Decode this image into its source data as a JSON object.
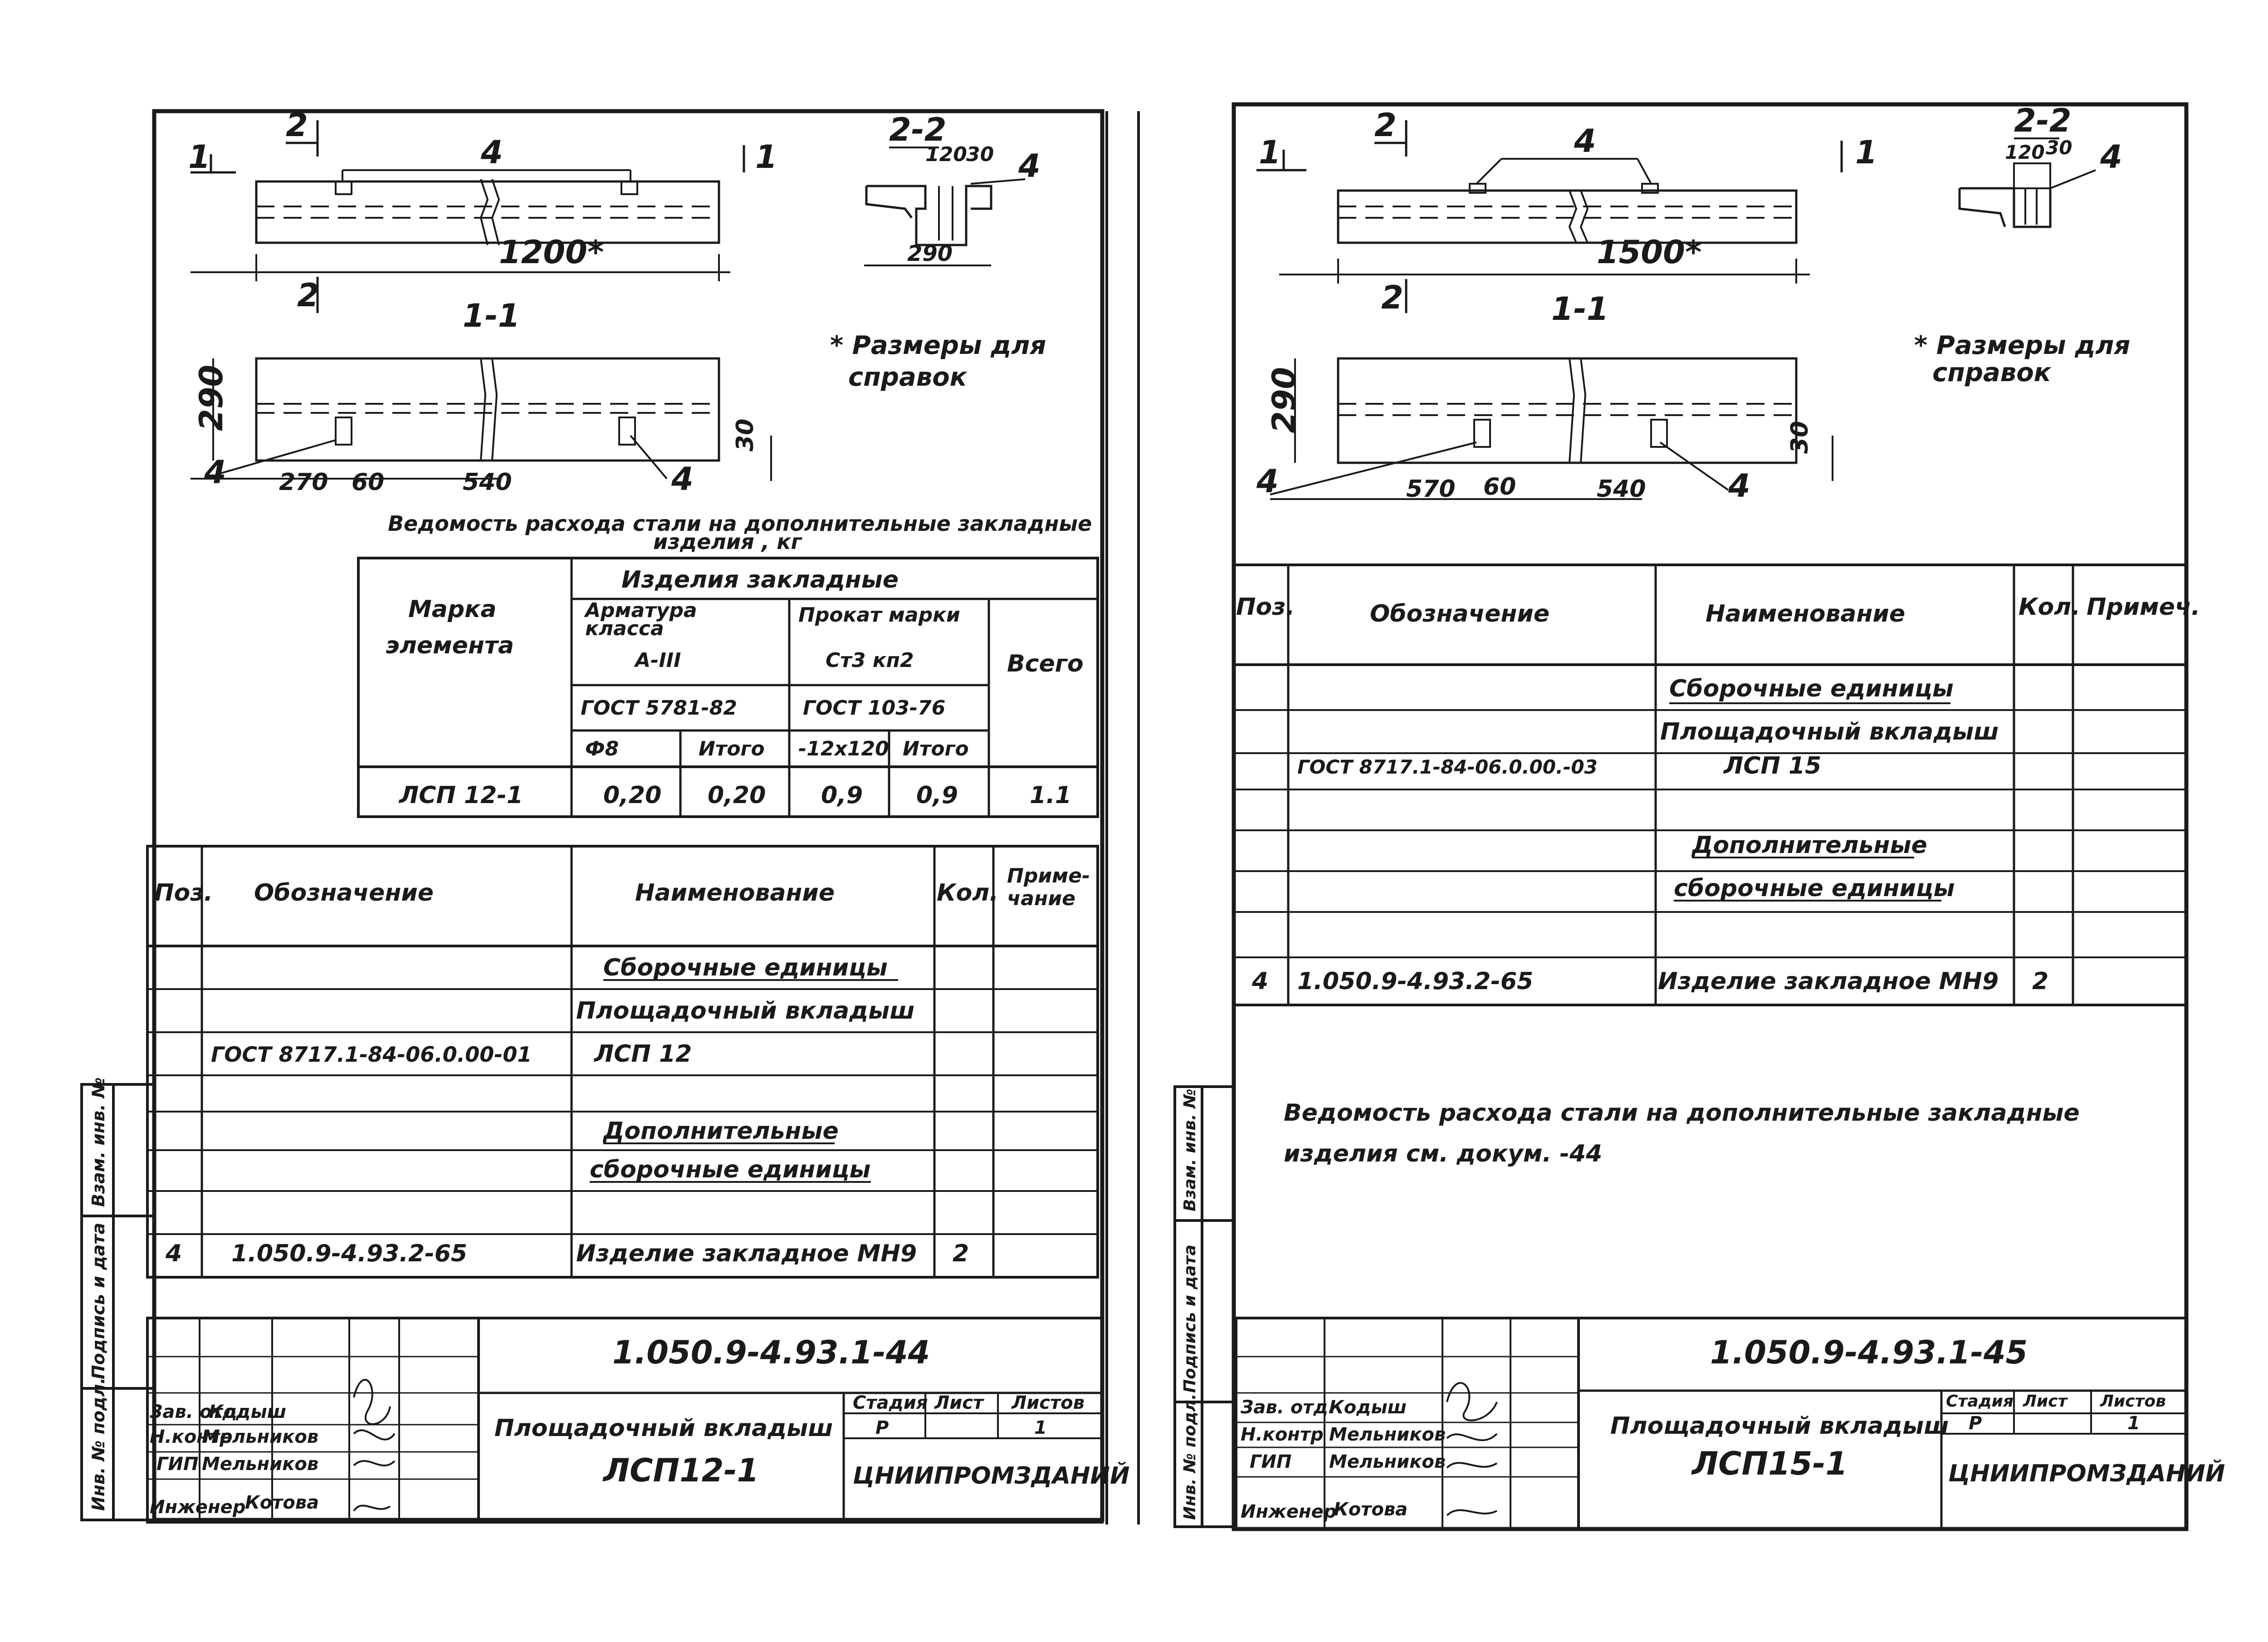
{
  "left_sheet": {
    "section_labels": {
      "cut_1_left": "1",
      "cut_1_right": "1",
      "cut_2_top": "2",
      "cut_2_bottom": "2",
      "section_1_1": "1-1",
      "section_2_2": "2-2"
    },
    "plan": {
      "length_dim": "1200*",
      "part_ref": "4"
    },
    "section_2_2": {
      "dim_a": "120",
      "dim_b": "30",
      "width": "290",
      "part_ref": "4"
    },
    "section_1_1": {
      "height": "290",
      "dims": [
        "270",
        "60",
        "540"
      ],
      "plate_dim": "30",
      "part_ref": "4"
    },
    "note": [
      "* Размеры для",
      "справок"
    ],
    "steel_table": {
      "title": [
        "Ведомость расхода стали на дополнительные закладные",
        "изделия , кг"
      ],
      "mark_header": [
        "Марка",
        "элемента"
      ],
      "group_header": "Изделия закладные",
      "rebar_header": [
        "Арматура",
        "класса",
        "А-III",
        "ГОСТ 5781-82"
      ],
      "rolled_header": [
        "Прокат марки",
        "Ст3 кп2",
        "ГОСТ 103-76"
      ],
      "total_header": "Всего",
      "sub_headers": [
        "Ф8",
        "Итого",
        "-12х120",
        "Итого"
      ],
      "rows": [
        {
          "mark": "ЛСП 12-1",
          "values": [
            "0,20",
            "0,20",
            "0,9",
            "0,9",
            "1.1"
          ]
        }
      ]
    },
    "spec_table": {
      "headers": {
        "pos": "Поз.",
        "designation": "Обозначение",
        "name": "Наименование",
        "qty": "Кол.",
        "note": [
          "Приме-",
          "чание"
        ]
      },
      "rows": [
        {
          "pos": "",
          "designation": "",
          "name": "Сборочные единицы",
          "qty": ""
        },
        {
          "pos": "",
          "designation": "",
          "name": "Площадочный вкладыш",
          "qty": ""
        },
        {
          "pos": "",
          "designation": "ГОСТ 8717.1-84-06.0.00-01",
          "name": "ЛСП 12",
          "qty": ""
        },
        {
          "pos": "",
          "designation": "",
          "name": "",
          "qty": ""
        },
        {
          "pos": "",
          "designation": "",
          "name": "Дополнительные",
          "qty": ""
        },
        {
          "pos": "",
          "designation": "",
          "name": "сборочные единицы",
          "qty": ""
        },
        {
          "pos": "",
          "designation": "",
          "name": "",
          "qty": ""
        },
        {
          "pos": "4",
          "designation": "1.050.9-4.93.2-65",
          "name": "Изделие закладное МН9",
          "qty": "2"
        }
      ]
    },
    "side_stamp": [
      "Инв. № подл.",
      "Подпись и дата",
      "Взам. инв. №"
    ],
    "title_block": {
      "doc_code": "1.050.9-4.93.1-44",
      "title": [
        "Площадочный вкладыш",
        "ЛСП12-1"
      ],
      "stage_header": "Стадия",
      "sheet_header": "Лист",
      "sheets_header": "Листов",
      "stage": "Р",
      "sheets": "1",
      "org": "ЦНИИПРОМЗДАНИЙ",
      "people": [
        {
          "role": "Зав. отд.",
          "name": "Кодыш"
        },
        {
          "role": "Н.контр",
          "name": "Мельников"
        },
        {
          "role": "ГИП",
          "name": "Мельников"
        },
        {
          "role": "Инженер",
          "name": "Котова"
        }
      ]
    }
  },
  "right_sheet": {
    "section_labels": {
      "cut_1_left": "1",
      "cut_1_right": "1",
      "cut_2_top": "2",
      "cut_2_bottom": "2",
      "section_1_1": "1-1",
      "section_2_2": "2-2"
    },
    "plan": {
      "length_dim": "1500*",
      "part_ref": "4"
    },
    "section_2_2": {
      "dim_a": "120",
      "dim_b": "30",
      "part_ref": "4"
    },
    "section_1_1": {
      "height": "290",
      "dims": [
        "570",
        "60",
        "540"
      ],
      "plate_dim": "30",
      "part_ref": "4"
    },
    "note": [
      "* Размеры для",
      "справок"
    ],
    "spec_table": {
      "headers": {
        "pos": "Поз.",
        "designation": "Обозначение",
        "name": "Наименование",
        "qty": "Кол.",
        "note": "Примеч."
      },
      "rows": [
        {
          "pos": "",
          "designation": "",
          "name": "",
          "qty": ""
        },
        {
          "pos": "",
          "designation": "",
          "name": "Сборочные единицы",
          "qty": ""
        },
        {
          "pos": "",
          "designation": "",
          "name": "Площадочный вкладыш",
          "qty": ""
        },
        {
          "pos": "",
          "designation": "ГОСТ 8717.1-84-06.0.00.-03",
          "name": "ЛСП 15",
          "qty": ""
        },
        {
          "pos": "",
          "designation": "",
          "name": "",
          "qty": ""
        },
        {
          "pos": "",
          "designation": "",
          "name": "Дополнительные",
          "qty": ""
        },
        {
          "pos": "",
          "designation": "",
          "name": "сборочные единицы",
          "qty": ""
        },
        {
          "pos": "",
          "designation": "",
          "name": "",
          "qty": ""
        },
        {
          "pos": "4",
          "designation": "1.050.9-4.93.2-65",
          "name": "Изделие закладное МН9",
          "qty": "2"
        }
      ]
    },
    "steel_note": [
      "Ведомость расхода стали на дополнительные закладные",
      "изделия см. докум. -44"
    ],
    "side_stamp": [
      "Инв. № подл.",
      "Подпись и дата",
      "Взам. инв. №"
    ],
    "title_block": {
      "doc_code": "1.050.9-4.93.1-45",
      "title": [
        "Площадочный вкладыш",
        "ЛСП15-1"
      ],
      "stage_header": "Стадия",
      "sheet_header": "Лист",
      "sheets_header": "Листов",
      "stage": "Р",
      "sheets": "1",
      "org": "ЦНИИПРОМЗДАНИЙ",
      "people": [
        {
          "role": "Зав. отд.",
          "name": "Кодыш"
        },
        {
          "role": "Н.контр",
          "name": "Мельников"
        },
        {
          "role": "ГИП",
          "name": "Мельников"
        },
        {
          "role": "Инженер",
          "name": "Котова"
        }
      ]
    }
  }
}
